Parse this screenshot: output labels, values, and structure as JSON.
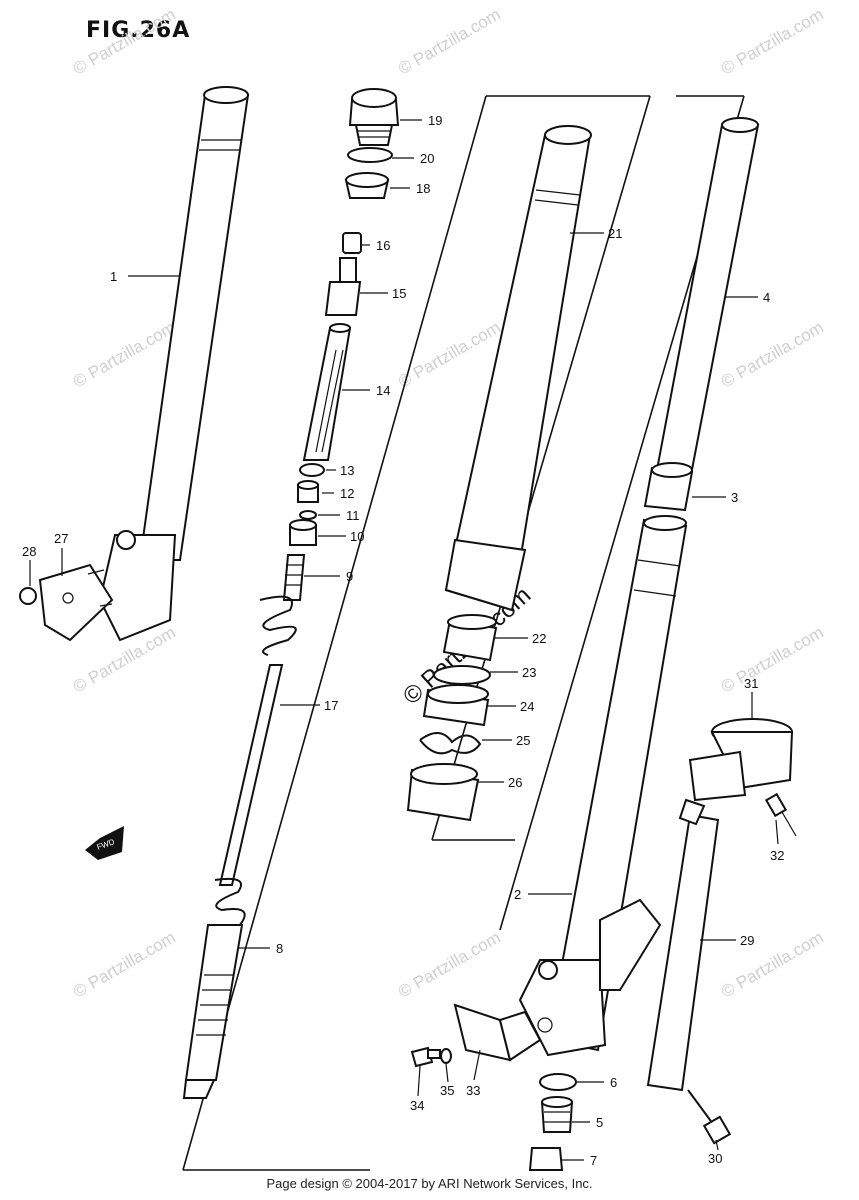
{
  "figure_title": "FIG.26A",
  "footer": "Page design © 2004-2017 by ARI Network Services, Inc.",
  "watermark_text": "© Partzilla.com",
  "center_watermark_text": "© Partzilla.com",
  "front_arrow_text": "FWD",
  "callouts": [
    "1",
    "2",
    "3",
    "4",
    "5",
    "6",
    "7",
    "8",
    "9",
    "10",
    "11",
    "12",
    "13",
    "14",
    "15",
    "16",
    "17",
    "18",
    "19",
    "20",
    "21",
    "22",
    "23",
    "24",
    "25",
    "26",
    "27",
    "28",
    "29",
    "30",
    "31",
    "32",
    "33",
    "34",
    "35"
  ]
}
